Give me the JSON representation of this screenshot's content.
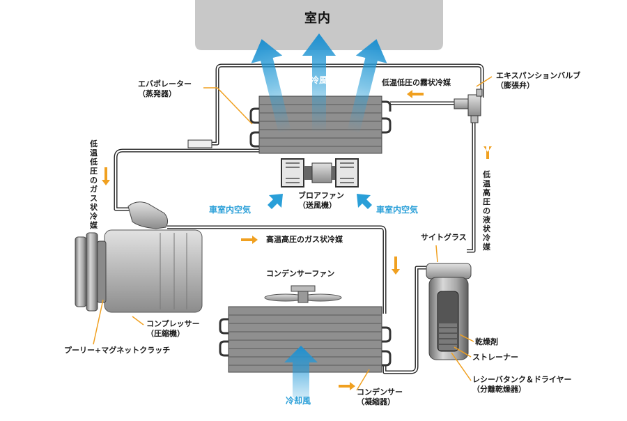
{
  "indoor": "室内",
  "cool_air": "冷風",
  "cooling_air": "冷却風",
  "evaporator": {
    "name": "エバポレーター",
    "sub": "（蒸発器）"
  },
  "expansion_valve": {
    "name": "エキスパンションバルブ",
    "sub": "（膨張弁）"
  },
  "mist_refrigerant": "低温低圧の霧状冷媒",
  "gas_low": "低温低圧のガス状冷媒",
  "liquid_high": "低温高圧の液状冷媒",
  "blower": {
    "name": "ブロアファン",
    "sub": "（送風機）"
  },
  "cabin_air_left": "車室内空気",
  "cabin_air_right": "車室内空気",
  "gas_high": "高温高圧のガス状冷媒",
  "sight_glass": "サイトグラス",
  "condenser_fan": "コンデンサーファン",
  "compressor": {
    "name": "コンプレッサー",
    "sub": "（圧縮機）"
  },
  "pulley": "プーリー+マグネットクラッチ",
  "desiccant": "乾燥剤",
  "strainer": "ストレーナー",
  "receiver": {
    "name": "レシーバタンク＆ドライヤー",
    "sub": "（分離乾燥器）"
  },
  "condenser": {
    "name": "コンデンサー",
    "sub": "（凝縮器）"
  },
  "colors": {
    "flow_arrow": "#f0a020",
    "air_blue": "#2a9fd8",
    "indoor_box": "#c8c8c8",
    "component_gray": "#9a9a9a"
  }
}
